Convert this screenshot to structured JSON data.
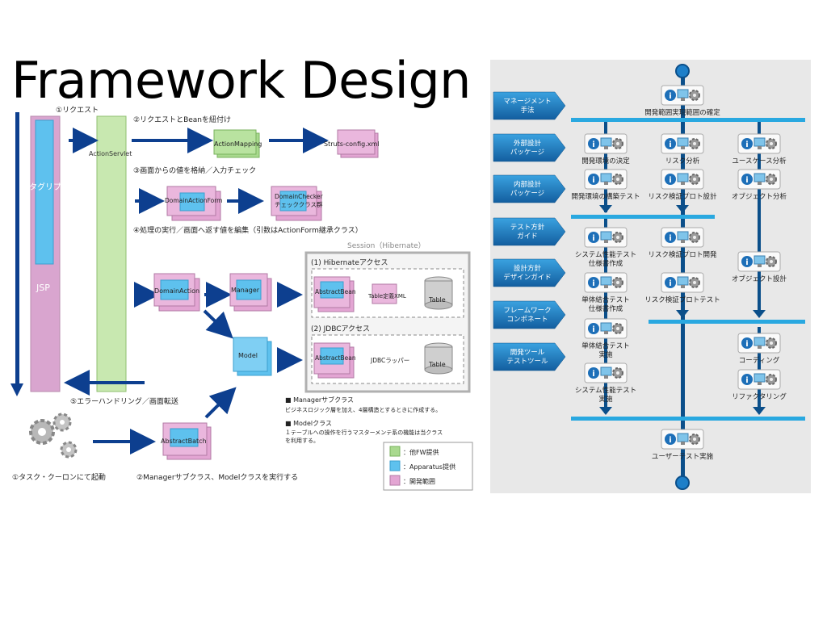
{
  "title": "Framework Design",
  "left": {
    "steps": {
      "s1": "①リクエスト",
      "s2": "②リクエストとBeanを紐付け",
      "s3": "③画面からの値を格納／入力チェック",
      "s4": "④処理の実行／画面へ返す値を編集（引数はActionForm継承クラス）",
      "s5": "⑤エラーハンドリング／画面転送",
      "b1": "①タスク・クーロンにて起動",
      "b2": "②Managerサブクラス、Modelクラスを実行する"
    },
    "jsp": {
      "taglib": "タグリブ",
      "jsp": "JSP"
    },
    "components": {
      "servlet": "ActionServlet",
      "mapping": "ActionMapping",
      "struts": "Struts-config.xml",
      "form": "DomainActionForm",
      "checker1": "DomainChecker",
      "checker2": "チェッククラス群",
      "action": "DomainAction",
      "manager": "Manager",
      "model": "Model",
      "batch": "AbstractBatch"
    },
    "session": {
      "title": "Session（Hibernate）",
      "h_title": "(1) Hibernateアクセス",
      "h_bean": "AbstractBean",
      "h_xml": "Table定義XML",
      "h_table": "Table",
      "j_title": "(2) JDBCアクセス",
      "j_bean": "AbstractBean",
      "j_wrapper": "JDBCラッパー",
      "j_table": "Table"
    },
    "notes": {
      "m_head": "■ Managerサブクラス",
      "m_body": "ビジネスロジック層を加え、4層構造とするときに作成する。",
      "md_head": "■ Modelクラス",
      "md_body1": "１テーブルへの操作を行うマスターメンテ系の機能は当クラス",
      "md_body2": "を利用する。"
    },
    "legend": {
      "other": "：他FW提供",
      "apparatus": "：Apparatus提供",
      "dev": "：開発範囲"
    },
    "colors": {
      "green": "#a9d98e",
      "blue": "#5ec1ee",
      "pink": "#e3a5d3",
      "arrow": "#0d3f8f"
    }
  },
  "right": {
    "labels": {
      "mgmt": [
        "マネージメント",
        "手法"
      ],
      "ext": [
        "外部設計",
        "パッケージ"
      ],
      "int": [
        "内部設計",
        "パッケージ"
      ],
      "test": [
        "テスト方針",
        "ガイド"
      ],
      "design": [
        "設計方針",
        "デザインガイド"
      ],
      "fw": [
        "フレームワーク",
        "コンポネート"
      ],
      "tool": [
        "開発ツール",
        "テストツール"
      ]
    },
    "nodes": {
      "n0": [
        "開発範囲実現範囲の確定"
      ],
      "a1": [
        "開発環境の決定"
      ],
      "a2": [
        "開発環境の構築テスト"
      ],
      "a3": [
        "システム性能テスト",
        "仕様書作成"
      ],
      "a4": [
        "単体結合テスト",
        "仕様書作成"
      ],
      "a5": [
        "単体結合テスト",
        "実施"
      ],
      "a6": [
        "システム性能テスト",
        "実施"
      ],
      "b1": [
        "リスク分析"
      ],
      "b2": [
        "リスク検証プロト設計"
      ],
      "b3": [
        "リスク検証プロト開発"
      ],
      "b4": [
        "リスク検証プロトテスト"
      ],
      "c1": [
        "ユースケース分析"
      ],
      "c2": [
        "オブジェクト分析"
      ],
      "c3": [
        "オブジェクト設計"
      ],
      "c4": [
        "コーディング"
      ],
      "c5": [
        "リファクタリング"
      ],
      "n9": [
        "ユーザーテスト実施"
      ]
    },
    "icons": {
      "info": "i"
    },
    "colors": {
      "panel": "#e8e8e8",
      "bar": "#29a8e0",
      "label": "#1f7fbf",
      "flow": "#0b4f8a"
    }
  }
}
